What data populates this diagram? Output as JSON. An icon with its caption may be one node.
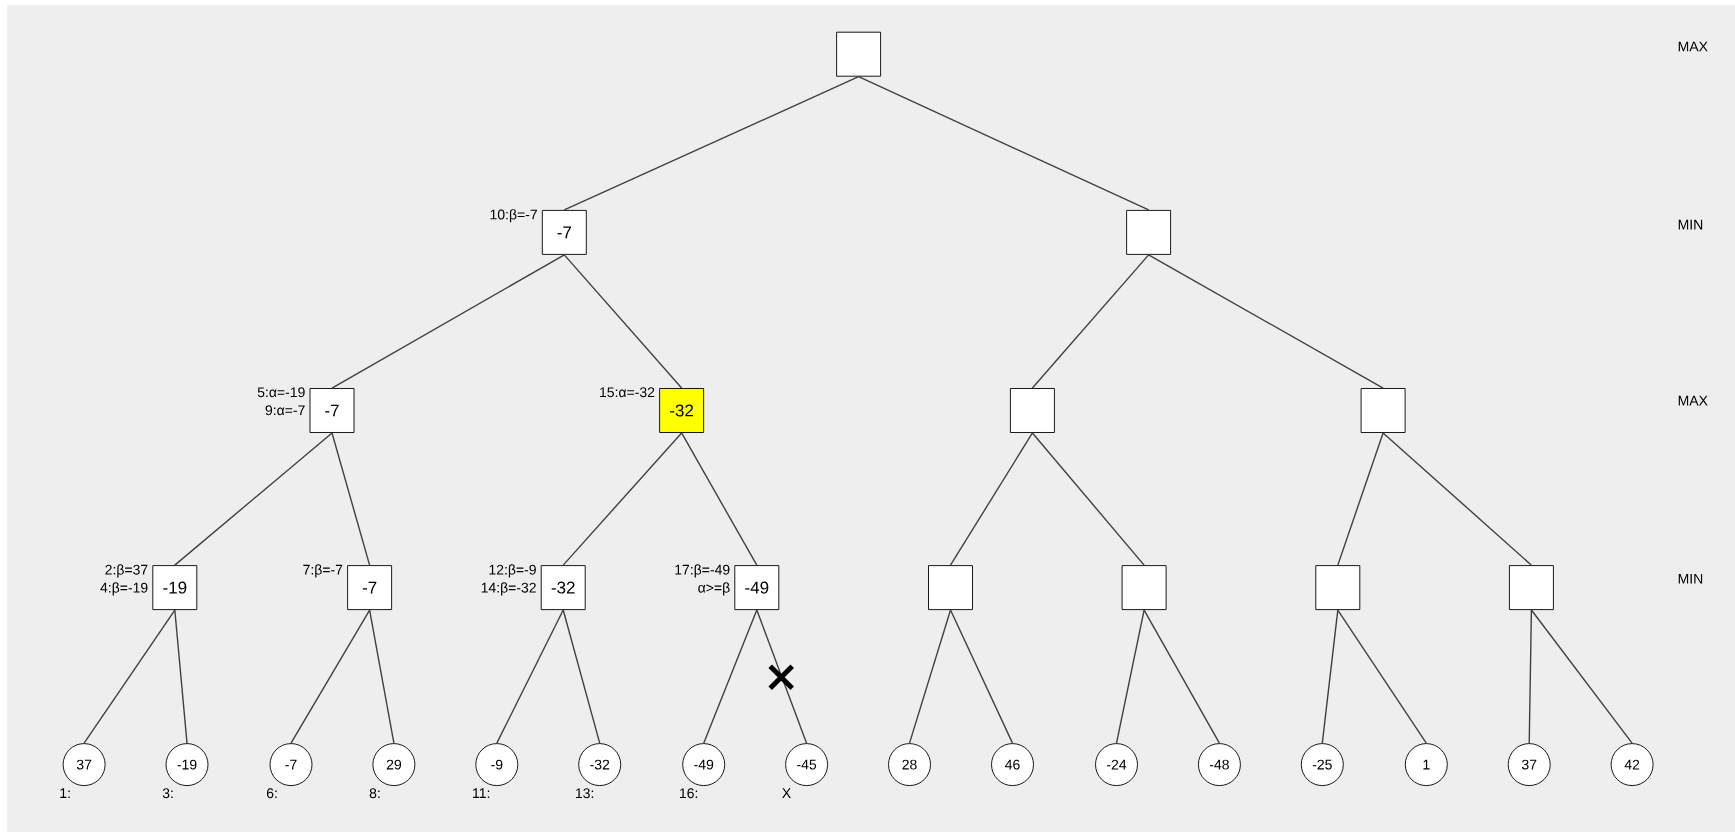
{
  "diagram": {
    "nodes": [
      {
        "text": [],
        "shape": "box"
      },
      {
        "text": [
          "-7"
        ],
        "beside": [
          "10:β=-7"
        ]
      },
      {
        "text": [],
        "shape": "box"
      },
      {
        "text": [
          "-7"
        ],
        "beside": [
          "5:α=-19",
          "9:α=-7"
        ]
      },
      {
        "text": [
          "-32"
        ],
        "beside": [
          "15:α=-32"
        ]
      },
      {
        "text": [],
        "shape": "box"
      },
      {
        "text": [],
        "shape": "box"
      },
      {
        "text": [
          "-19"
        ],
        "beside": [
          "2:β=37",
          "4:β=-19"
        ]
      },
      {
        "text": [
          "-7"
        ],
        "beside": [
          "7:β=-7"
        ]
      },
      {
        "text": [
          "-32"
        ],
        "beside": [
          "12:β=-9",
          "14:β=-32"
        ]
      },
      {
        "text": [
          "-49"
        ],
        "beside": [
          "17:β=-49",
          "α>=β"
        ]
      },
      {
        "text": [],
        "shape": "box"
      },
      {
        "text": [],
        "shape": "box"
      },
      {
        "text": [],
        "shape": "box"
      },
      {
        "text": [],
        "shape": "box"
      },
      {
        "text": [
          "37"
        ],
        "beside": [
          "1:"
        ]
      },
      {
        "text": [
          "-19"
        ],
        "beside": [
          "3:"
        ]
      },
      {
        "text": [
          "-7"
        ],
        "beside": [
          "6:"
        ]
      },
      {
        "text": [
          "29"
        ],
        "beside": [
          "8:"
        ]
      },
      {
        "text": [
          "-9"
        ],
        "beside": [
          "11:"
        ]
      },
      {
        "text": [
          "-32"
        ],
        "beside": [
          "13:"
        ]
      },
      {
        "text": [
          "-49"
        ],
        "beside": [
          "16:"
        ]
      },
      {
        "text": [
          "-45"
        ],
        "beside": [
          "X"
        ]
      },
      {
        "text": [
          "28"
        ]
      },
      {
        "text": [
          "46"
        ]
      },
      {
        "text": [
          "-24"
        ]
      },
      {
        "text": [
          "-48"
        ]
      },
      {
        "text": [
          "-25"
        ]
      },
      {
        "text": [
          "1"
        ]
      },
      {
        "text": [
          "37"
        ]
      },
      {
        "text": [
          "42"
        ]
      }
    ],
    "edges": [
      {
        "from": 0,
        "to": 1,
        "arrow": "none"
      },
      {
        "from": 0,
        "to": 2,
        "arrow": "none"
      },
      {
        "from": 1,
        "to": 3,
        "arrow": "none"
      },
      {
        "from": 1,
        "to": 4,
        "arrow": "none"
      },
      {
        "from": 2,
        "to": 5,
        "arrow": "none"
      },
      {
        "from": 2,
        "to": 6,
        "arrow": "none"
      },
      {
        "from": 3,
        "to": 7,
        "arrow": "none"
      },
      {
        "from": 3,
        "to": 8,
        "arrow": "none"
      },
      {
        "from": 4,
        "to": 9,
        "arrow": "none"
      },
      {
        "from": 4,
        "to": 10,
        "arrow": "none"
      },
      {
        "from": 5,
        "to": 11,
        "arrow": "none"
      },
      {
        "from": 5,
        "to": 12,
        "arrow": "none"
      },
      {
        "from": 6,
        "to": 13,
        "arrow": "none"
      },
      {
        "from": 6,
        "to": 14,
        "arrow": "none"
      },
      {
        "from": 7,
        "to": 15,
        "arrow": "none"
      },
      {
        "from": 7,
        "to": 16,
        "arrow": "none"
      },
      {
        "from": 8,
        "to": 17,
        "arrow": "none"
      },
      {
        "from": 8,
        "to": 18,
        "arrow": "none"
      },
      {
        "from": 9,
        "to": 19,
        "arrow": "none"
      },
      {
        "from": 9,
        "to": 20,
        "arrow": "none"
      },
      {
        "from": 10,
        "to": 21,
        "arrow": "none"
      },
      {
        "from": 10,
        "to": 22,
        "arrow": "none"
      },
      {
        "from": 11,
        "to": 23,
        "arrow": "none"
      },
      {
        "from": 11,
        "to": 24,
        "arrow": "none"
      },
      {
        "from": 12,
        "to": 25,
        "arrow": "none"
      },
      {
        "from": 12,
        "to": 26,
        "arrow": "none"
      },
      {
        "from": 13,
        "to": 27,
        "arrow": "none"
      },
      {
        "from": 13,
        "to": 28,
        "arrow": "none"
      },
      {
        "from": 14,
        "to": 29,
        "arrow": "none"
      },
      {
        "from": 14,
        "to": 30,
        "arrow": "none"
      }
    ],
    "labels": [
      "MAX",
      "MIN",
      "MAX",
      "MIN"
    ]
  }
}
